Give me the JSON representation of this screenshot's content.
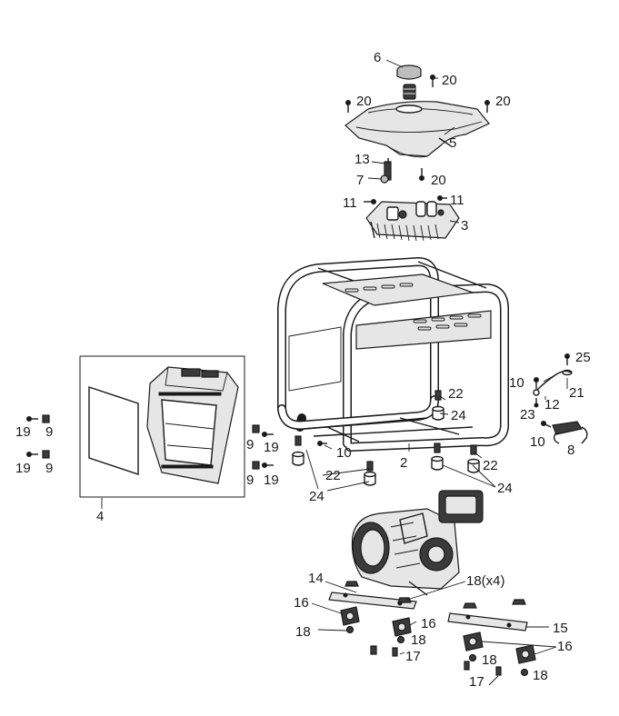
{
  "labels": {
    "l6": "6",
    "l20a": "20",
    "l20b": "20",
    "l20c": "20",
    "l20d": "20",
    "l5": "5",
    "l13": "13",
    "l7": "7",
    "l11a": "11",
    "l11b": "11",
    "l3": "3",
    "l25": "25",
    "l10a": "10",
    "l21": "21",
    "l12": "12",
    "l23": "23",
    "l10b": "10",
    "l8": "8",
    "l22a": "22",
    "l24a": "24",
    "l22b": "22",
    "l24b": "24",
    "l2": "2",
    "l10c": "10",
    "l22c": "22",
    "l24c": "24",
    "l19a": "19",
    "l9a": "9",
    "l19b": "19",
    "l9b": "9",
    "l9c": "9",
    "l19c": "19",
    "l9d": "9",
    "l19d": "19",
    "l4": "4",
    "l14": "14",
    "l18x4": "18(x4)",
    "l16a": "16",
    "l16b": "16",
    "l18a": "18",
    "l18b": "18",
    "l15": "15",
    "l17a": "17",
    "l16c": "16",
    "l18c": "18",
    "l17b": "17",
    "l18d": "18"
  },
  "colors": {
    "line": "#1a1a1a",
    "background": "#ffffff"
  }
}
